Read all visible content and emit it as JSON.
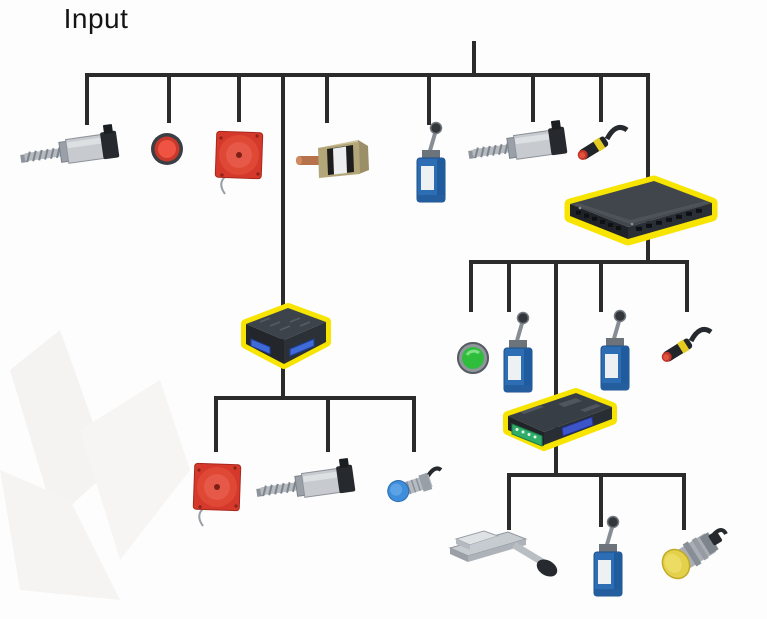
{
  "title": "Input",
  "colors": {
    "line": "#2b2b2b",
    "highlight_yellow": "#f7e400",
    "background": "#fdfdfd",
    "limit_switch_blue": "#2d6db3",
    "alarm_red": "#d4392b",
    "button_green": "#2fbe3c",
    "button_red": "#e2473a",
    "prox_yellow": "#e4d14b",
    "prox_blue": "#3f8edb"
  },
  "tree": {
    "root": "Input",
    "children": [
      {
        "device": "linear-actuator"
      },
      {
        "device": "emergency-stop-button",
        "color": "red"
      },
      {
        "device": "cable-reel-alarm",
        "color": "red"
      },
      {
        "device": "controller-box",
        "highlighted": true,
        "children": [
          {
            "device": "cable-reel-alarm",
            "color": "red"
          },
          {
            "device": "linear-actuator"
          },
          {
            "device": "proximity-sensor",
            "color": "blue"
          }
        ]
      },
      {
        "device": "solenoid"
      },
      {
        "device": "lever-limit-switch",
        "color": "blue"
      },
      {
        "device": "linear-actuator"
      },
      {
        "device": "cable-connector"
      },
      {
        "device": "ethernet-switch",
        "highlighted": true,
        "children": [
          {
            "device": "push-button",
            "color": "green"
          },
          {
            "device": "lever-limit-switch",
            "color": "blue"
          },
          {
            "device": "plc-module",
            "highlighted": true,
            "children": [
              {
                "device": "linear-slide-actuator"
              },
              {
                "device": "lever-limit-switch",
                "color": "blue"
              },
              {
                "device": "proximity-sensor",
                "color": "yellow"
              }
            ]
          },
          {
            "device": "lever-limit-switch",
            "color": "blue"
          },
          {
            "device": "cable-connector"
          }
        ]
      }
    ]
  }
}
